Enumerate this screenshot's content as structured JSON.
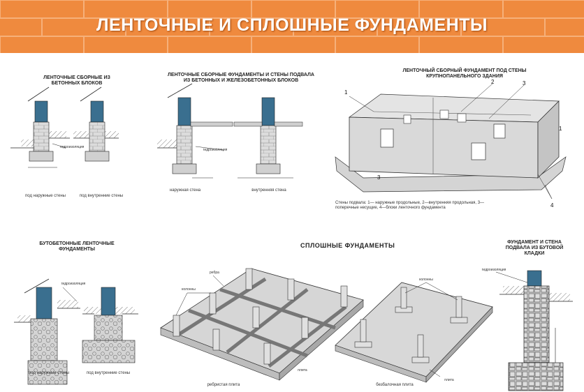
{
  "title": "ЛЕНТОЧНЫЕ И СПЛОШНЫЕ ФУНДАМЕНТЫ",
  "panel1": {
    "heading": "ЛЕНТОЧНЫЕ СБОРНЫЕ ИЗ БЕТОННЫХ БЛОКОВ",
    "label_waterproofing": "гидроизоляция",
    "caption_outer": "под наружные стены",
    "caption_inner": "под внутренние стены"
  },
  "panel2": {
    "heading": "ЛЕНТОЧНЫЕ СБОРНЫЕ ФУНДАМЕНТЫ И СТЕНЫ ПОДВАЛА ИЗ БЕТОННЫХ И ЖЕЛЕЗОБЕТОННЫХ БЛОКОВ",
    "label_waterproofing": "гидроизоляция",
    "caption_outer": "наружная стена",
    "caption_inner": "внутренняя стена"
  },
  "panel3": {
    "heading": "ЛЕНТОЧНЫЙ СБОРНЫЙ ФУНДАМЕНТ ПОД СТЕНЫ КРУПНОПАНЕЛЬНОГО ЗДАНИЯ",
    "numbers": [
      "1",
      "2",
      "3",
      "3",
      "1",
      "4"
    ],
    "legend": "Стены подвала: 1— наружные продольные, 2—внутренняя продольная, 3— поперечные несущие, 4—блоки ленточного фундамента"
  },
  "panel4": {
    "heading": "БУТОБЕТОННЫЕ ЛЕНТОЧНЫЕ ФУНДАМЕНТЫ",
    "label_waterproofing": "гидроизоляция",
    "caption_outer": "под наружные стены",
    "caption_inner": "под внутренние стены"
  },
  "panel5": {
    "heading": "СПЛОШНЫЕ ФУНДАМЕНТЫ",
    "label_columns": "колонны",
    "label_ribs": "ребра",
    "label_slab": "плита",
    "caption_ribbed": "ребристая плита",
    "caption_beamless": "безбалочная плита"
  },
  "panel6": {
    "heading": "ФУНДАМЕНТ И СТЕНА ПОДВАЛА ИЗ БУТОВОЙ КЛАДКИ",
    "label_waterproofing": "гидроизоляция"
  },
  "colors": {
    "banner": "#ef8a3e",
    "wall_blue": "#3a6f8f",
    "concrete": "#d9d9d9",
    "line": "#222222"
  }
}
